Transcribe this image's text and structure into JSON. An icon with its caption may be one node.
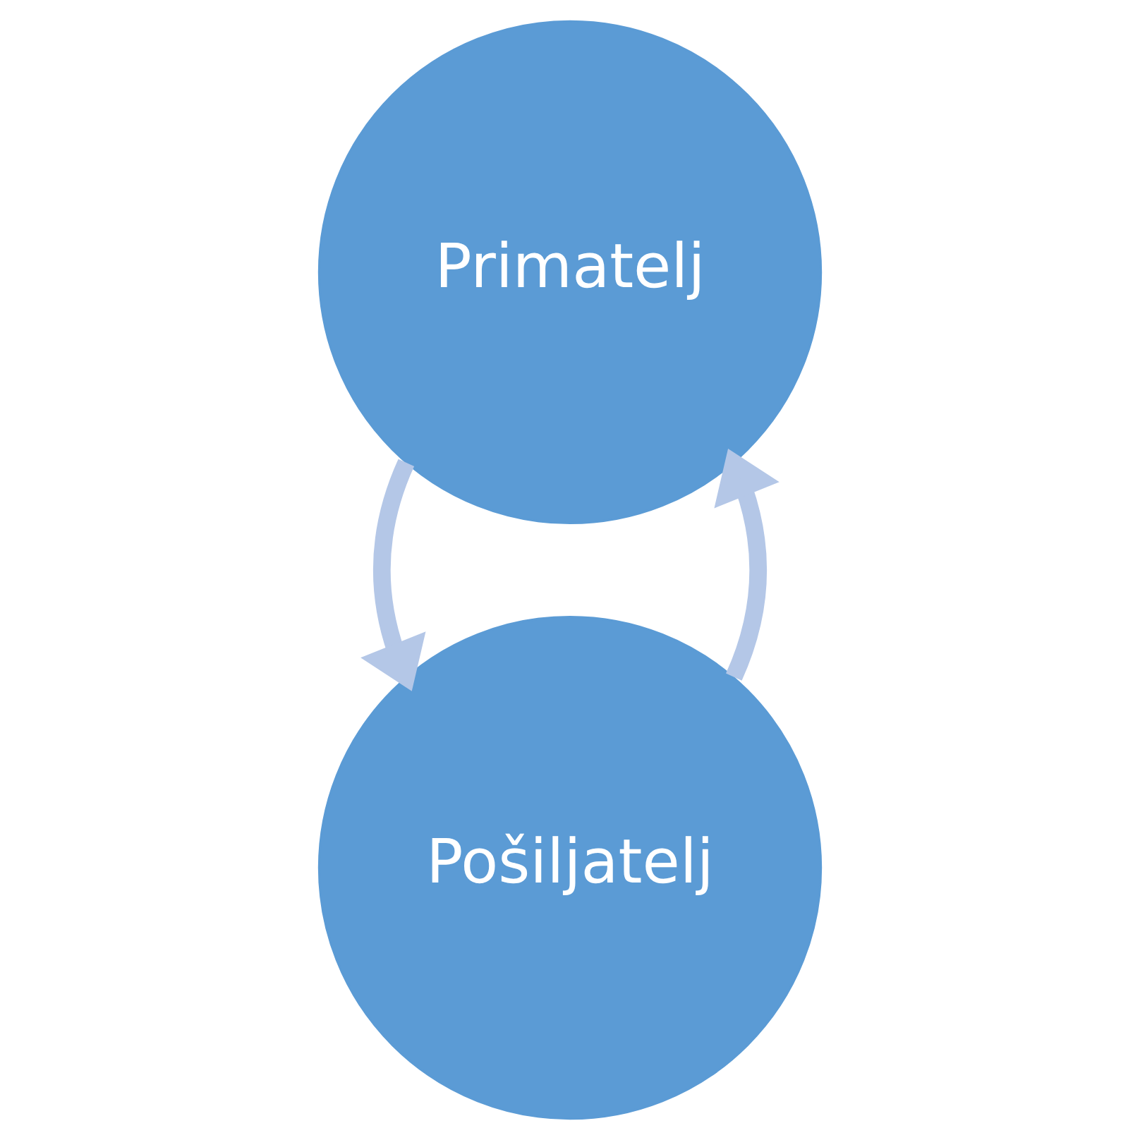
{
  "diagram": {
    "nodes": [
      {
        "text": [
          "Pošiljatelj"
        ]
      },
      {
        "text": [
          "Primatelj"
        ]
      }
    ],
    "edges": [
      {
        "from": 0,
        "to": 1,
        "arrow": "to"
      },
      {
        "from": 1,
        "to": 0,
        "arrow": "to"
      }
    ]
  }
}
